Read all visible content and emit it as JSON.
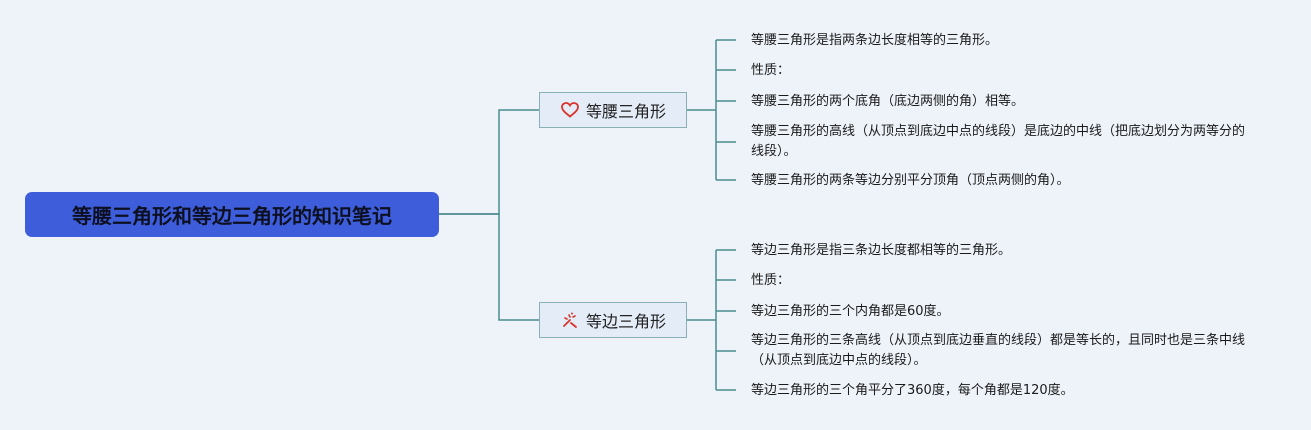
{
  "root": {
    "title": "等腰三角形和等边三角形的知识笔记"
  },
  "branches": [
    {
      "label": "等腰三角形",
      "icon": "heart-icon",
      "color": "#d9342b",
      "items": [
        "等腰三角形是指两条边长度相等的三角形。",
        "性质：",
        "等腰三角形的两个底角（底边两侧的角）相等。",
        "等腰三角形的高线（从顶点到底边中点的线段）是底边的中线（把底边划分为两等分的线段）。",
        "等腰三角形的两条等边分别平分顶角（顶点两侧的角）。"
      ]
    },
    {
      "label": "等边三角形",
      "icon": "fireworks-icon",
      "color": "#d9342b",
      "items": [
        "等边三角形是指三条边长度都相等的三角形。",
        "性质：",
        "等边三角形的三个内角都是60度。",
        "等边三角形的三条高线（从顶点到底边垂直的线段）都是等长的，且同时也是三条中线（从顶点到底边中点的线段）。",
        "等边三角形的三个角平分了360度，每个角都是120度。"
      ]
    }
  ],
  "line_color": "#4a8c8c"
}
